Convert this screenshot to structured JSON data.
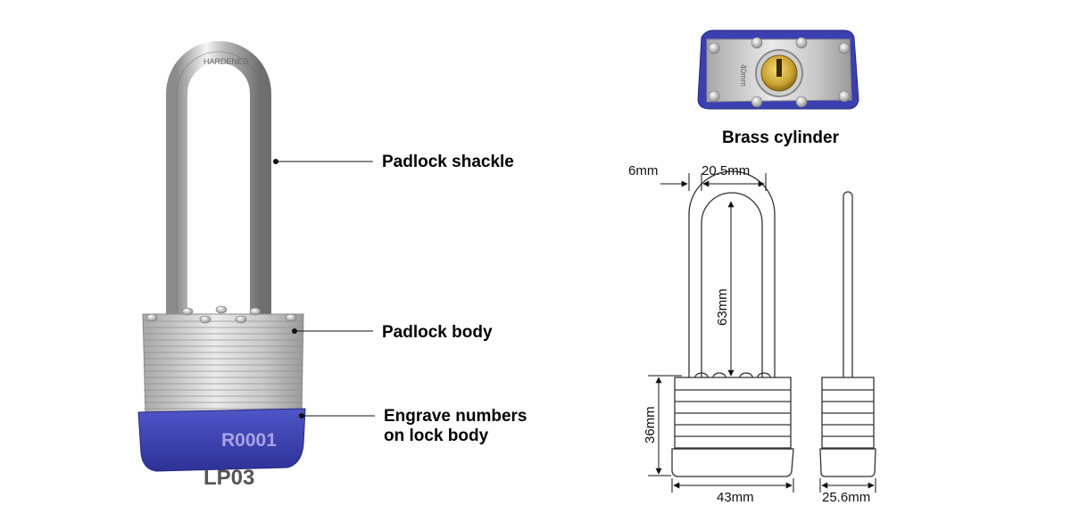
{
  "callouts": {
    "shackle": "Padlock shackle",
    "body": "Padlock body",
    "engrave_line1": "Engrave numbers",
    "engrave_line2": "on lock body"
  },
  "product": {
    "model": "LP03",
    "engraved_number": "R0001",
    "cylinder_caption": "Brass cylinder",
    "cylinder_stamp": "40mm"
  },
  "dimensions": {
    "shackle_diameter": "6mm",
    "shackle_inner_width": "20.5mm",
    "shackle_clearance": "63mm",
    "body_height": "36mm",
    "body_width": "43mm",
    "body_thickness": "25.6mm"
  },
  "colors": {
    "bumper_blue": "#3b3fb0",
    "steel_light": "#e4e4e4",
    "steel_dark": "#9a9a9a",
    "brass": "#c9a230"
  }
}
